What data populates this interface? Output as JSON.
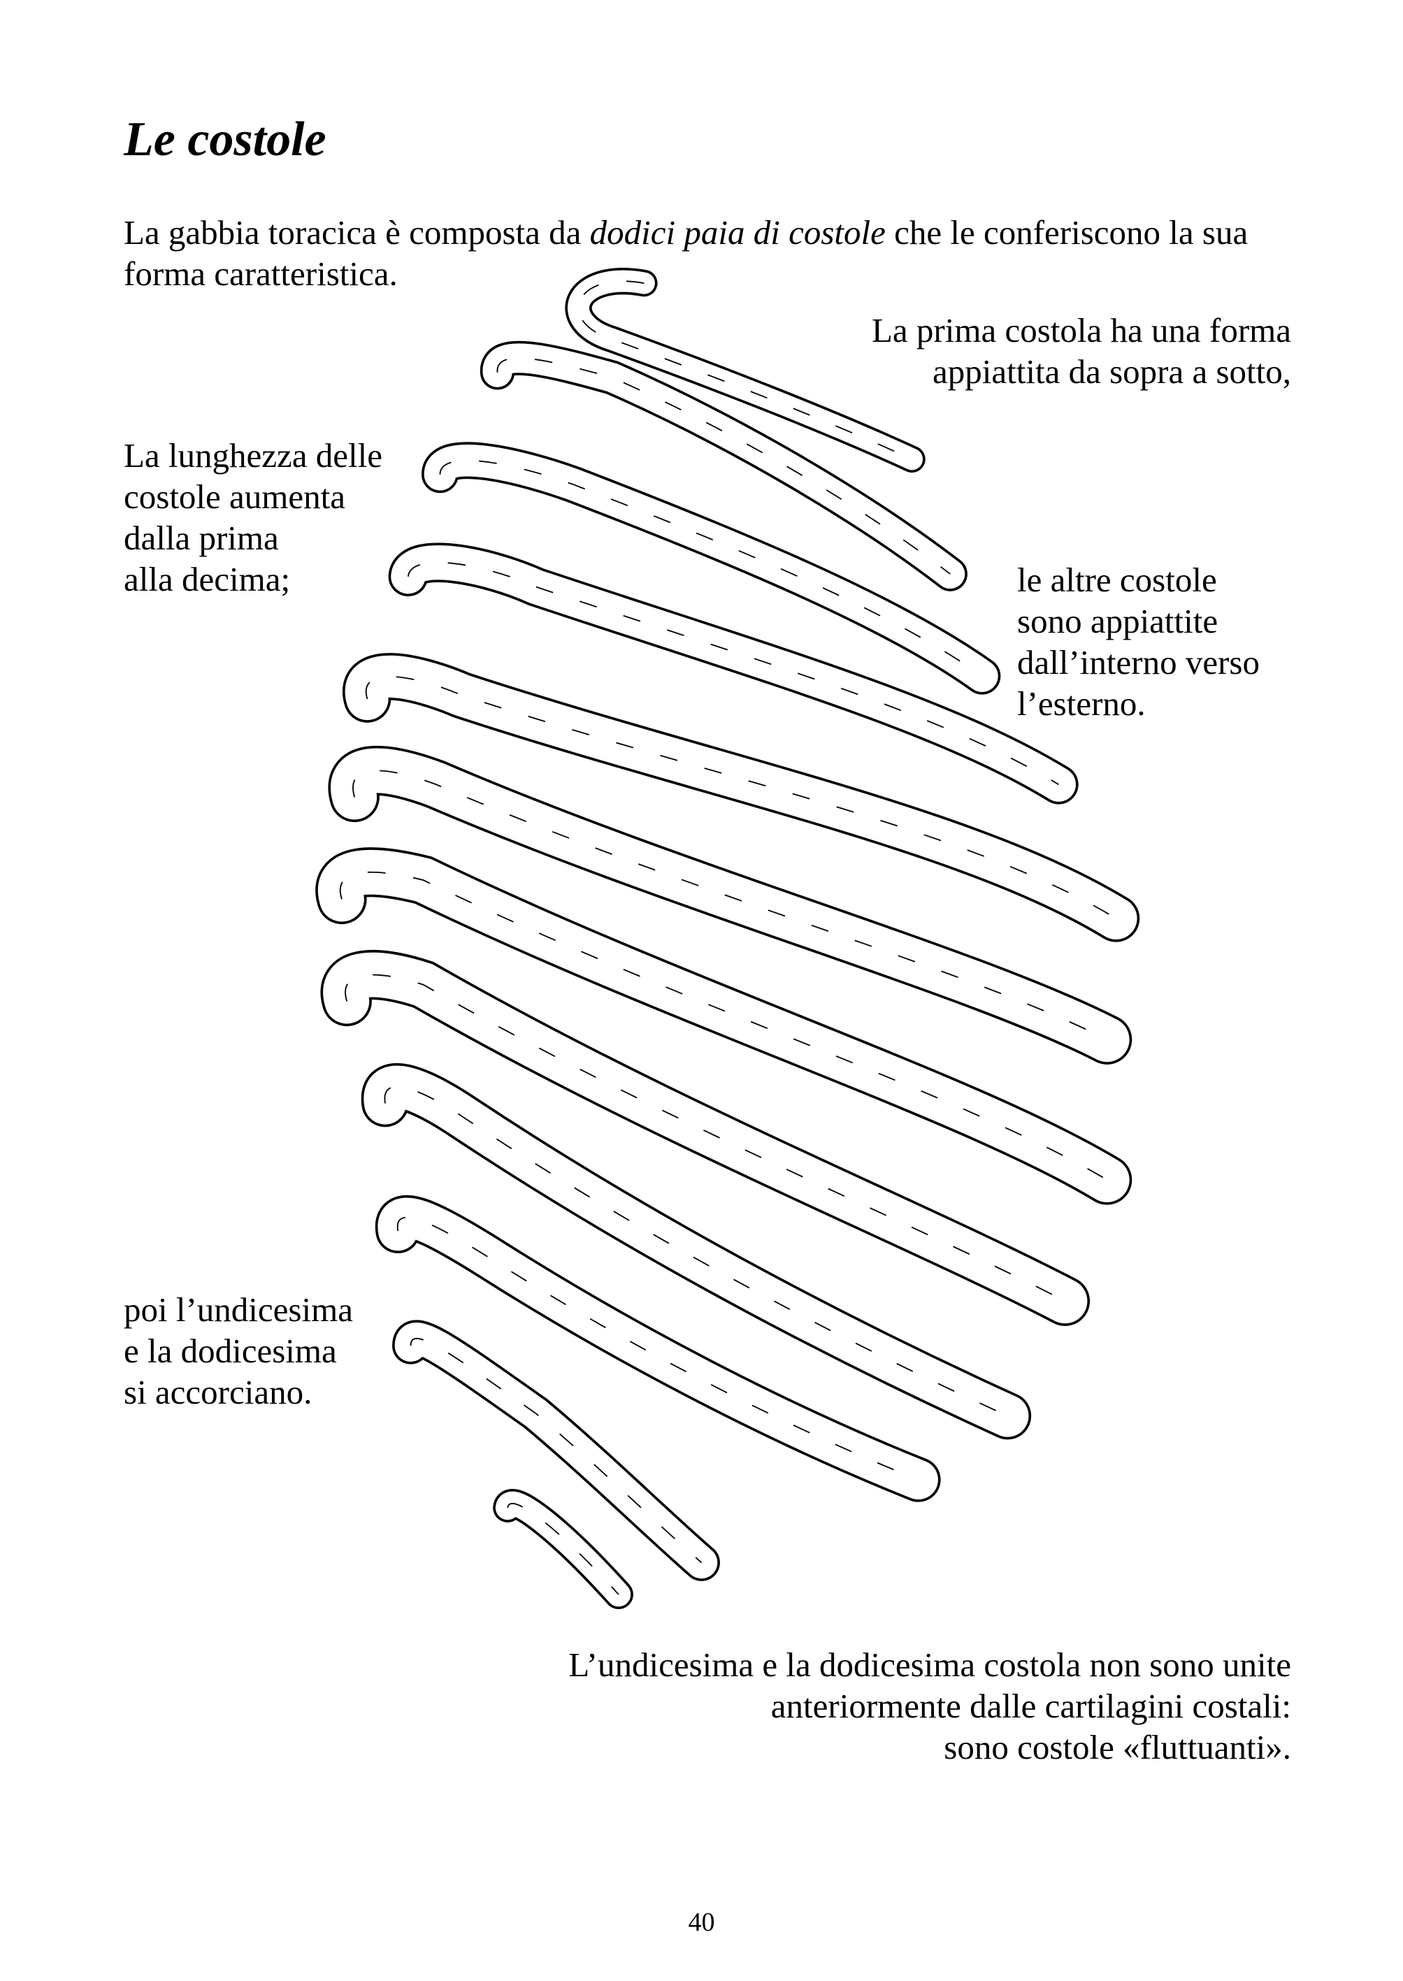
{
  "title": "Le costole",
  "intro": {
    "before": "La gabbia toracica è composta da ",
    "italic": "dodici paia di costole",
    "after": " che le conferiscono la sua",
    "line2": "forma caratteristica."
  },
  "annotations": {
    "first_rib": [
      "La prima costola ha una forma",
      "appiattita da sopra a sotto,"
    ],
    "length": [
      "La lunghezza delle",
      "costole aumenta",
      "dalla prima",
      "alla decima;"
    ],
    "other_ribs": [
      "le altre costole",
      "sono appiattite",
      "dall’interno verso",
      "l’esterno."
    ],
    "shorten": [
      "poi l’undicesima",
      "e la dodicesima",
      "si accorciano."
    ],
    "floating": [
      "L’undicesima e la dodicesima costola non sono unite",
      "anteriormente dalle cartilagini costali:",
      "sono costole «fluttuanti»."
    ]
  },
  "page_number": "40"
}
